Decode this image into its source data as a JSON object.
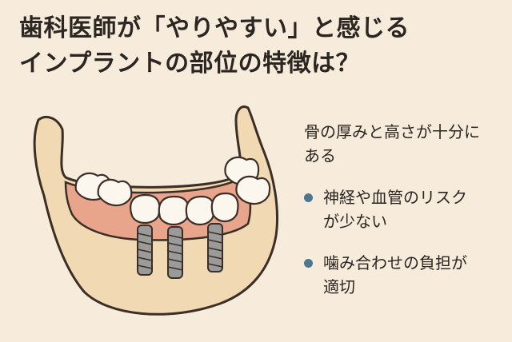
{
  "title": {
    "line1": "歯科医師が「やりやすい」と感じる",
    "line2": "インプラントの部位の特徴は？"
  },
  "points": {
    "lead_line1": "骨の厚みと高さが十分に",
    "lead_line2": "ある",
    "items": [
      {
        "line1": "神経や血管のリスク",
        "line2": "が少ない"
      },
      {
        "line1": "噛み合わせの負担が",
        "line2": "適切"
      }
    ]
  },
  "colors": {
    "background": "#f7ecdb",
    "bone": "#f1d9b4",
    "gum": "#e9a48c",
    "tooth": "#fbf7ee",
    "implant": "#9a9a9a",
    "bullet": "#4e7690"
  }
}
